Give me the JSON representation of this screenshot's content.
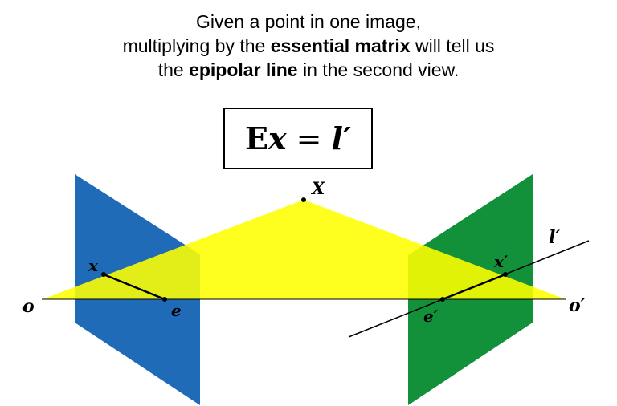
{
  "caption": {
    "line1": "Given a point in one image,",
    "line2_before": "multiplying by the ",
    "line2_bold": "essential matrix",
    "line2_after": " will tell us",
    "line3_before": "the ",
    "line3_bold": "epipolar line",
    "line3_after": " in the second view."
  },
  "equation": {
    "lhs_matrix": "E",
    "lhs_vector": "x",
    "equals": "=",
    "rhs": "l′"
  },
  "labels": {
    "world_point": "X",
    "left_center": "o",
    "right_center": "o′",
    "left_image_point": "x",
    "right_image_point": "x′",
    "left_epipole": "e",
    "right_epipole": "e′",
    "epipolar_line": "l′"
  },
  "colors": {
    "left_plane": "#1f6bb8",
    "right_plane": "#12903a",
    "epipolar_plane": "#ffff00",
    "lines": "#000000"
  }
}
